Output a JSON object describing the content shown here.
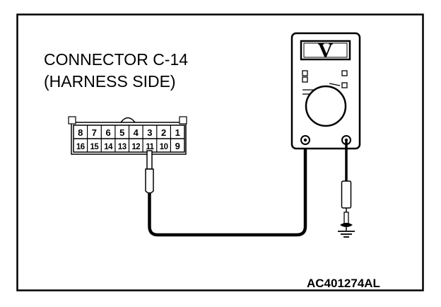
{
  "connector": {
    "title_line1": "CONNECTOR C-14",
    "title_line2": "(HARNESS SIDE)",
    "top_row": [
      "8",
      "7",
      "6",
      "5",
      "4",
      "3",
      "2",
      "1"
    ],
    "bottom_row": [
      "16",
      "15",
      "14",
      "13",
      "12",
      "11",
      "10",
      "9"
    ]
  },
  "meter": {
    "display": "V"
  },
  "figure_code": "AC401274AL"
}
